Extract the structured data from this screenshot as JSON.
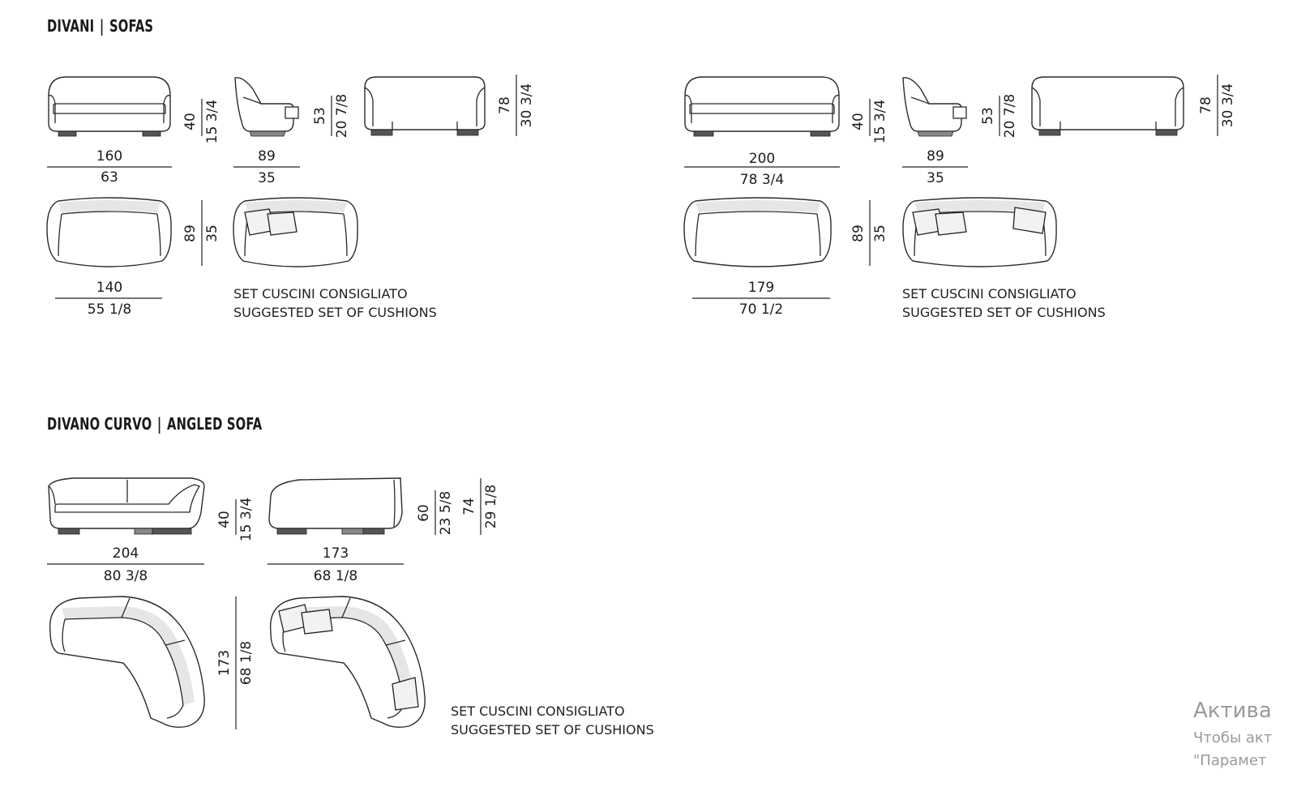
{
  "sections": [
    {
      "title_it": "DIVANI",
      "title_en": "SOFAS"
    },
    {
      "title_it": "DIVANO CURVO",
      "title_en": "ANGLED SOFA"
    }
  ],
  "note": {
    "line1": "SET CUSCINI CONSIGLIATO",
    "line2": "SUGGESTED SET OF CUSHIONS"
  },
  "sofa160": {
    "width_cm": "160",
    "width_in": "63",
    "height_cm": "40",
    "height_in": "15 3/4",
    "side_depth_cm": "89",
    "side_depth_in": "35",
    "seat_h_cm": "53",
    "seat_h_in": "20 7/8",
    "back_h_cm": "78",
    "back_h_in": "30 3/4",
    "plan_w_cm": "140",
    "plan_w_in": "55 1/8",
    "plan_d_cm": "89",
    "plan_d_in": "35"
  },
  "sofa200": {
    "width_cm": "200",
    "width_in": "78 3/4",
    "height_cm": "40",
    "height_in": "15 3/4",
    "side_depth_cm": "89",
    "side_depth_in": "35",
    "seat_h_cm": "53",
    "seat_h_in": "20 7/8",
    "back_h_cm": "78",
    "back_h_in": "30 3/4",
    "plan_w_cm": "179",
    "plan_w_in": "70 1/2",
    "plan_d_cm": "89",
    "plan_d_in": "35"
  },
  "angled": {
    "front_w_cm": "204",
    "front_w_in": "80 3/8",
    "height_cm": "40",
    "height_in": "15 3/4",
    "side_w_cm": "173",
    "side_w_in": "68 1/8",
    "seat_h_cm": "60",
    "seat_h_in": "23 5/8",
    "back_h_cm": "74",
    "back_h_in": "29 1/8",
    "plan_d_cm": "173",
    "plan_d_in": "68 1/8"
  },
  "watermark": {
    "line1": "Актива",
    "line2": "Чтобы акт",
    "line3": "\"Парамет"
  }
}
